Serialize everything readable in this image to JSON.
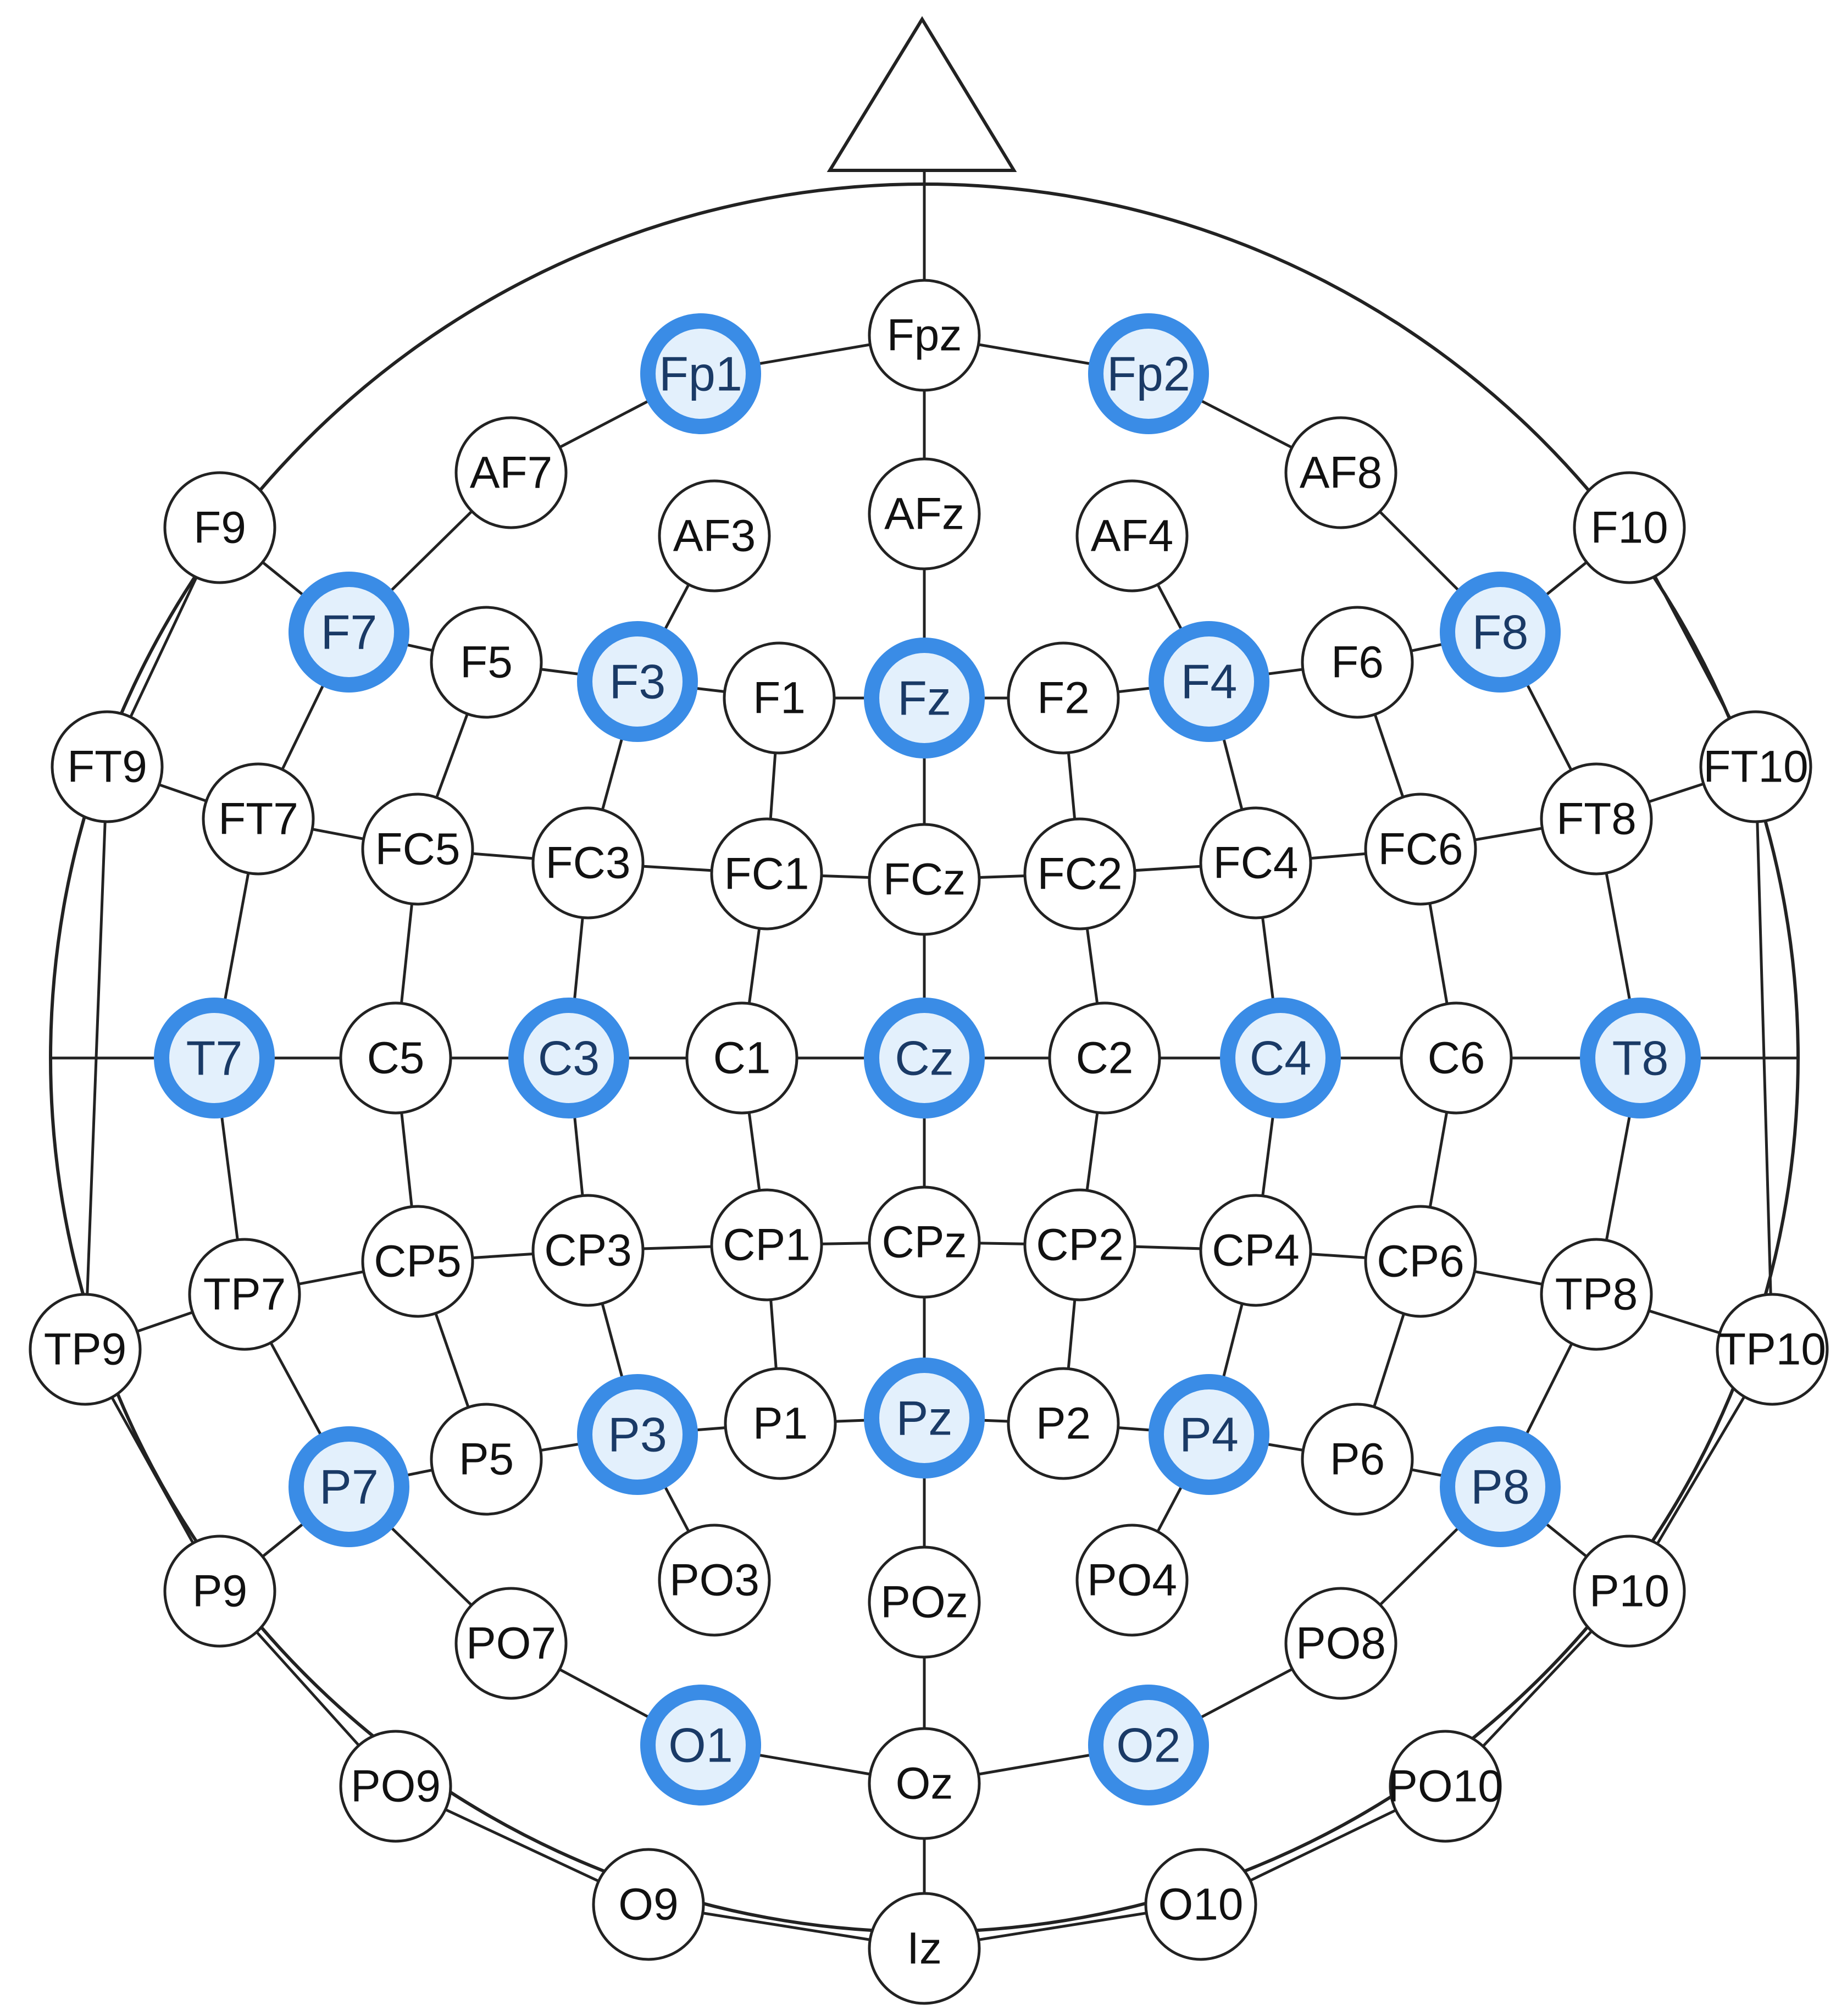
{
  "diagram": {
    "highlight_color": "#3a8ce6",
    "highlight_fill": "#e3f0fc",
    "electrodes": [
      {
        "id": "Fpz",
        "label": "Fpz",
        "highlighted": false
      },
      {
        "id": "Fp1",
        "label": "Fp1",
        "highlighted": true
      },
      {
        "id": "Fp2",
        "label": "Fp2",
        "highlighted": true
      },
      {
        "id": "AF7",
        "label": "AF7",
        "highlighted": false
      },
      {
        "id": "AF8",
        "label": "AF8",
        "highlighted": false
      },
      {
        "id": "AF3",
        "label": "AF3",
        "highlighted": false
      },
      {
        "id": "AFz",
        "label": "AFz",
        "highlighted": false
      },
      {
        "id": "AF4",
        "label": "AF4",
        "highlighted": false
      },
      {
        "id": "F9",
        "label": "F9",
        "highlighted": false
      },
      {
        "id": "F10",
        "label": "F10",
        "highlighted": false
      },
      {
        "id": "F7",
        "label": "F7",
        "highlighted": true
      },
      {
        "id": "F5",
        "label": "F5",
        "highlighted": false
      },
      {
        "id": "F3",
        "label": "F3",
        "highlighted": true
      },
      {
        "id": "F1",
        "label": "F1",
        "highlighted": false
      },
      {
        "id": "Fz",
        "label": "Fz",
        "highlighted": true
      },
      {
        "id": "F2",
        "label": "F2",
        "highlighted": false
      },
      {
        "id": "F4",
        "label": "F4",
        "highlighted": true
      },
      {
        "id": "F6",
        "label": "F6",
        "highlighted": false
      },
      {
        "id": "F8",
        "label": "F8",
        "highlighted": true
      },
      {
        "id": "FT9",
        "label": "FT9",
        "highlighted": false
      },
      {
        "id": "FT7",
        "label": "FT7",
        "highlighted": false
      },
      {
        "id": "FC5",
        "label": "FC5",
        "highlighted": false
      },
      {
        "id": "FC3",
        "label": "FC3",
        "highlighted": false
      },
      {
        "id": "FC1",
        "label": "FC1",
        "highlighted": false
      },
      {
        "id": "FCz",
        "label": "FCz",
        "highlighted": false
      },
      {
        "id": "FC2",
        "label": "FC2",
        "highlighted": false
      },
      {
        "id": "FC4",
        "label": "FC4",
        "highlighted": false
      },
      {
        "id": "FC6",
        "label": "FC6",
        "highlighted": false
      },
      {
        "id": "FT8",
        "label": "FT8",
        "highlighted": false
      },
      {
        "id": "FT10",
        "label": "FT10",
        "highlighted": false
      },
      {
        "id": "T7",
        "label": "T7",
        "highlighted": true
      },
      {
        "id": "C5",
        "label": "C5",
        "highlighted": false
      },
      {
        "id": "C3",
        "label": "C3",
        "highlighted": true
      },
      {
        "id": "C1",
        "label": "C1",
        "highlighted": false
      },
      {
        "id": "Cz",
        "label": "Cz",
        "highlighted": true
      },
      {
        "id": "C2",
        "label": "C2",
        "highlighted": false
      },
      {
        "id": "C4",
        "label": "C4",
        "highlighted": true
      },
      {
        "id": "C6",
        "label": "C6",
        "highlighted": false
      },
      {
        "id": "T8",
        "label": "T8",
        "highlighted": true
      },
      {
        "id": "TP9",
        "label": "TP9",
        "highlighted": false
      },
      {
        "id": "TP7",
        "label": "TP7",
        "highlighted": false
      },
      {
        "id": "CP5",
        "label": "CP5",
        "highlighted": false
      },
      {
        "id": "CP3",
        "label": "CP3",
        "highlighted": false
      },
      {
        "id": "CP1",
        "label": "CP1",
        "highlighted": false
      },
      {
        "id": "CPz",
        "label": "CPz",
        "highlighted": false
      },
      {
        "id": "CP2",
        "label": "CP2",
        "highlighted": false
      },
      {
        "id": "CP4",
        "label": "CP4",
        "highlighted": false
      },
      {
        "id": "CP6",
        "label": "CP6",
        "highlighted": false
      },
      {
        "id": "TP8",
        "label": "TP8",
        "highlighted": false
      },
      {
        "id": "TP10",
        "label": "TP10",
        "highlighted": false
      },
      {
        "id": "P9",
        "label": "P9",
        "highlighted": false
      },
      {
        "id": "P7",
        "label": "P7",
        "highlighted": true
      },
      {
        "id": "P5",
        "label": "P5",
        "highlighted": false
      },
      {
        "id": "P3",
        "label": "P3",
        "highlighted": true
      },
      {
        "id": "P1",
        "label": "P1",
        "highlighted": false
      },
      {
        "id": "Pz",
        "label": "Pz",
        "highlighted": true
      },
      {
        "id": "P2",
        "label": "P2",
        "highlighted": false
      },
      {
        "id": "P4",
        "label": "P4",
        "highlighted": true
      },
      {
        "id": "P6",
        "label": "P6",
        "highlighted": false
      },
      {
        "id": "P8",
        "label": "P8",
        "highlighted": true
      },
      {
        "id": "P10",
        "label": "P10",
        "highlighted": false
      },
      {
        "id": "PO3",
        "label": "PO3",
        "highlighted": false
      },
      {
        "id": "POz",
        "label": "POz",
        "highlighted": false
      },
      {
        "id": "PO4",
        "label": "PO4",
        "highlighted": false
      },
      {
        "id": "PO7",
        "label": "PO7",
        "highlighted": false
      },
      {
        "id": "PO8",
        "label": "PO8",
        "highlighted": false
      },
      {
        "id": "O1",
        "label": "O1",
        "highlighted": true
      },
      {
        "id": "Oz",
        "label": "Oz",
        "highlighted": false
      },
      {
        "id": "O2",
        "label": "O2",
        "highlighted": true
      },
      {
        "id": "PO9",
        "label": "PO9",
        "highlighted": false
      },
      {
        "id": "PO10",
        "label": "PO10",
        "highlighted": false
      },
      {
        "id": "O9",
        "label": "O9",
        "highlighted": false
      },
      {
        "id": "Iz",
        "label": "Iz",
        "highlighted": false
      },
      {
        "id": "O10",
        "label": "O10",
        "highlighted": false
      }
    ],
    "connections": [
      [
        "Fpz",
        "Fp1"
      ],
      [
        "Fpz",
        "Fp2"
      ],
      [
        "Fp1",
        "AF7"
      ],
      [
        "AF7",
        "F7"
      ],
      [
        "Fp2",
        "AF8"
      ],
      [
        "AF8",
        "F8"
      ],
      [
        "F7",
        "FT7"
      ],
      [
        "FT7",
        "T7"
      ],
      [
        "T7",
        "TP7"
      ],
      [
        "TP7",
        "P7"
      ],
      [
        "P7",
        "PO7"
      ],
      [
        "PO7",
        "O1"
      ],
      [
        "O1",
        "Oz"
      ],
      [
        "Oz",
        "O2"
      ],
      [
        "O2",
        "PO8"
      ],
      [
        "PO8",
        "P8"
      ],
      [
        "F8",
        "FT8"
      ],
      [
        "FT8",
        "T8"
      ],
      [
        "T8",
        "TP8"
      ],
      [
        "TP8",
        "P8"
      ],
      [
        "F9",
        "FT9"
      ],
      [
        "FT9",
        "TP9"
      ],
      [
        "TP9",
        "P9"
      ],
      [
        "P9",
        "PO9"
      ],
      [
        "PO9",
        "O9"
      ],
      [
        "O9",
        "Iz"
      ],
      [
        "Iz",
        "O10"
      ],
      [
        "O10",
        "PO10"
      ],
      [
        "PO10",
        "P10"
      ],
      [
        "P10",
        "TP10"
      ],
      [
        "TP10",
        "FT10"
      ],
      [
        "FT10",
        "F10"
      ],
      [
        "F9",
        "F7"
      ],
      [
        "F10",
        "F8"
      ],
      [
        "FT9",
        "FT7"
      ],
      [
        "FT10",
        "FT8"
      ],
      [
        "TP9",
        "TP7"
      ],
      [
        "TP10",
        "TP8"
      ],
      [
        "P9",
        "P7"
      ],
      [
        "P10",
        "P8"
      ],
      [
        "Fpz",
        "AFz"
      ],
      [
        "AFz",
        "Fz"
      ],
      [
        "Fz",
        "FCz"
      ],
      [
        "FCz",
        "Cz"
      ],
      [
        "Cz",
        "CPz"
      ],
      [
        "CPz",
        "Pz"
      ],
      [
        "Pz",
        "POz"
      ],
      [
        "POz",
        "Oz"
      ],
      [
        "Oz",
        "Iz"
      ],
      [
        "F7",
        "F5"
      ],
      [
        "F5",
        "F3"
      ],
      [
        "F3",
        "F1"
      ],
      [
        "F1",
        "Fz"
      ],
      [
        "Fz",
        "F2"
      ],
      [
        "F2",
        "F4"
      ],
      [
        "F4",
        "F6"
      ],
      [
        "F6",
        "F8"
      ],
      [
        "FT7",
        "FC5"
      ],
      [
        "FC5",
        "FC3"
      ],
      [
        "FC3",
        "FC1"
      ],
      [
        "FC1",
        "FCz"
      ],
      [
        "FCz",
        "FC2"
      ],
      [
        "FC2",
        "FC4"
      ],
      [
        "FC4",
        "FC6"
      ],
      [
        "FC6",
        "FT8"
      ],
      [
        "T7",
        "C5"
      ],
      [
        "C5",
        "C3"
      ],
      [
        "C3",
        "C1"
      ],
      [
        "C1",
        "Cz"
      ],
      [
        "Cz",
        "C2"
      ],
      [
        "C2",
        "C4"
      ],
      [
        "C4",
        "C6"
      ],
      [
        "C6",
        "T8"
      ],
      [
        "TP7",
        "CP5"
      ],
      [
        "CP5",
        "CP3"
      ],
      [
        "CP3",
        "CP1"
      ],
      [
        "CP1",
        "CPz"
      ],
      [
        "CPz",
        "CP2"
      ],
      [
        "CP2",
        "CP4"
      ],
      [
        "CP4",
        "CP6"
      ],
      [
        "CP6",
        "TP8"
      ],
      [
        "P7",
        "P5"
      ],
      [
        "P5",
        "P3"
      ],
      [
        "P3",
        "P1"
      ],
      [
        "P1",
        "Pz"
      ],
      [
        "Pz",
        "P2"
      ],
      [
        "P2",
        "P4"
      ],
      [
        "P4",
        "P6"
      ],
      [
        "P6",
        "P8"
      ],
      [
        "AF3",
        "F3"
      ],
      [
        "F3",
        "FC3"
      ],
      [
        "FC3",
        "C3"
      ],
      [
        "C3",
        "CP3"
      ],
      [
        "CP3",
        "P3"
      ],
      [
        "P3",
        "PO3"
      ],
      [
        "AF4",
        "F4"
      ],
      [
        "F4",
        "FC4"
      ],
      [
        "FC4",
        "C4"
      ],
      [
        "C4",
        "CP4"
      ],
      [
        "CP4",
        "P4"
      ],
      [
        "P4",
        "PO4"
      ],
      [
        "F5",
        "FC5"
      ],
      [
        "FC5",
        "C5"
      ],
      [
        "C5",
        "CP5"
      ],
      [
        "CP5",
        "P5"
      ],
      [
        "F6",
        "FC6"
      ],
      [
        "FC6",
        "C6"
      ],
      [
        "C6",
        "CP6"
      ],
      [
        "CP6",
        "P6"
      ],
      [
        "F1",
        "FC1"
      ],
      [
        "FC1",
        "C1"
      ],
      [
        "C1",
        "CP1"
      ],
      [
        "CP1",
        "P1"
      ],
      [
        "F2",
        "FC2"
      ],
      [
        "FC2",
        "C2"
      ],
      [
        "C2",
        "CP2"
      ],
      [
        "CP2",
        "P2"
      ]
    ]
  }
}
